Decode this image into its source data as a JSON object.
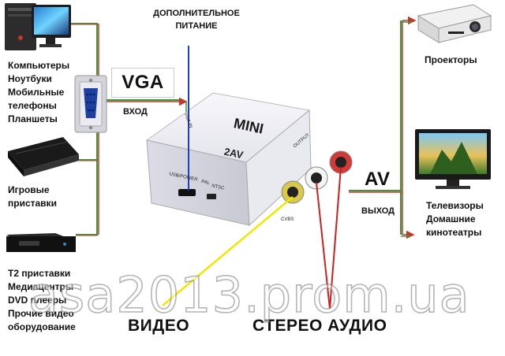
{
  "sources": {
    "computers": "Компьютеры\nНоутбуки\nМобильные\nтелефоны\nПланшеты",
    "consoles": "Игровые\nприставки",
    "settop": "Т2 приставки\nМедиацентры\nDVD плееры\nПрочие видео\nоборудование"
  },
  "input": {
    "tag": "VGA",
    "label": "ВХОД"
  },
  "power": {
    "label": "ДОПОЛНИТЕЛЬНОЕ\nПИТАНИЕ"
  },
  "device": {
    "brand": "MINI",
    "model": "2AV",
    "port_usb": "USB/POWER",
    "port_pal": "PAL",
    "port_ntsc": "NTSC",
    "port_cvbs": "CVBS",
    "port_output": "OUTPUT",
    "port_vgain": "VGA IN"
  },
  "output": {
    "tag": "AV",
    "label": "ВЫХОД"
  },
  "targets": {
    "projectors": "Проекторы",
    "tvs": "Телевизоры\nДомашние\nкинотеатры"
  },
  "bottom": {
    "video": "ВИДЕО",
    "stereo": "СТЕРЕО АУДИО"
  },
  "watermark": "asa2013.prom.ua",
  "colors": {
    "line_green": "#3a9a3a",
    "line_red": "#c0392b",
    "cable_yellow": "#f2e600",
    "cable_red": "#cc2020",
    "cable_blue": "#1f3fbf"
  }
}
